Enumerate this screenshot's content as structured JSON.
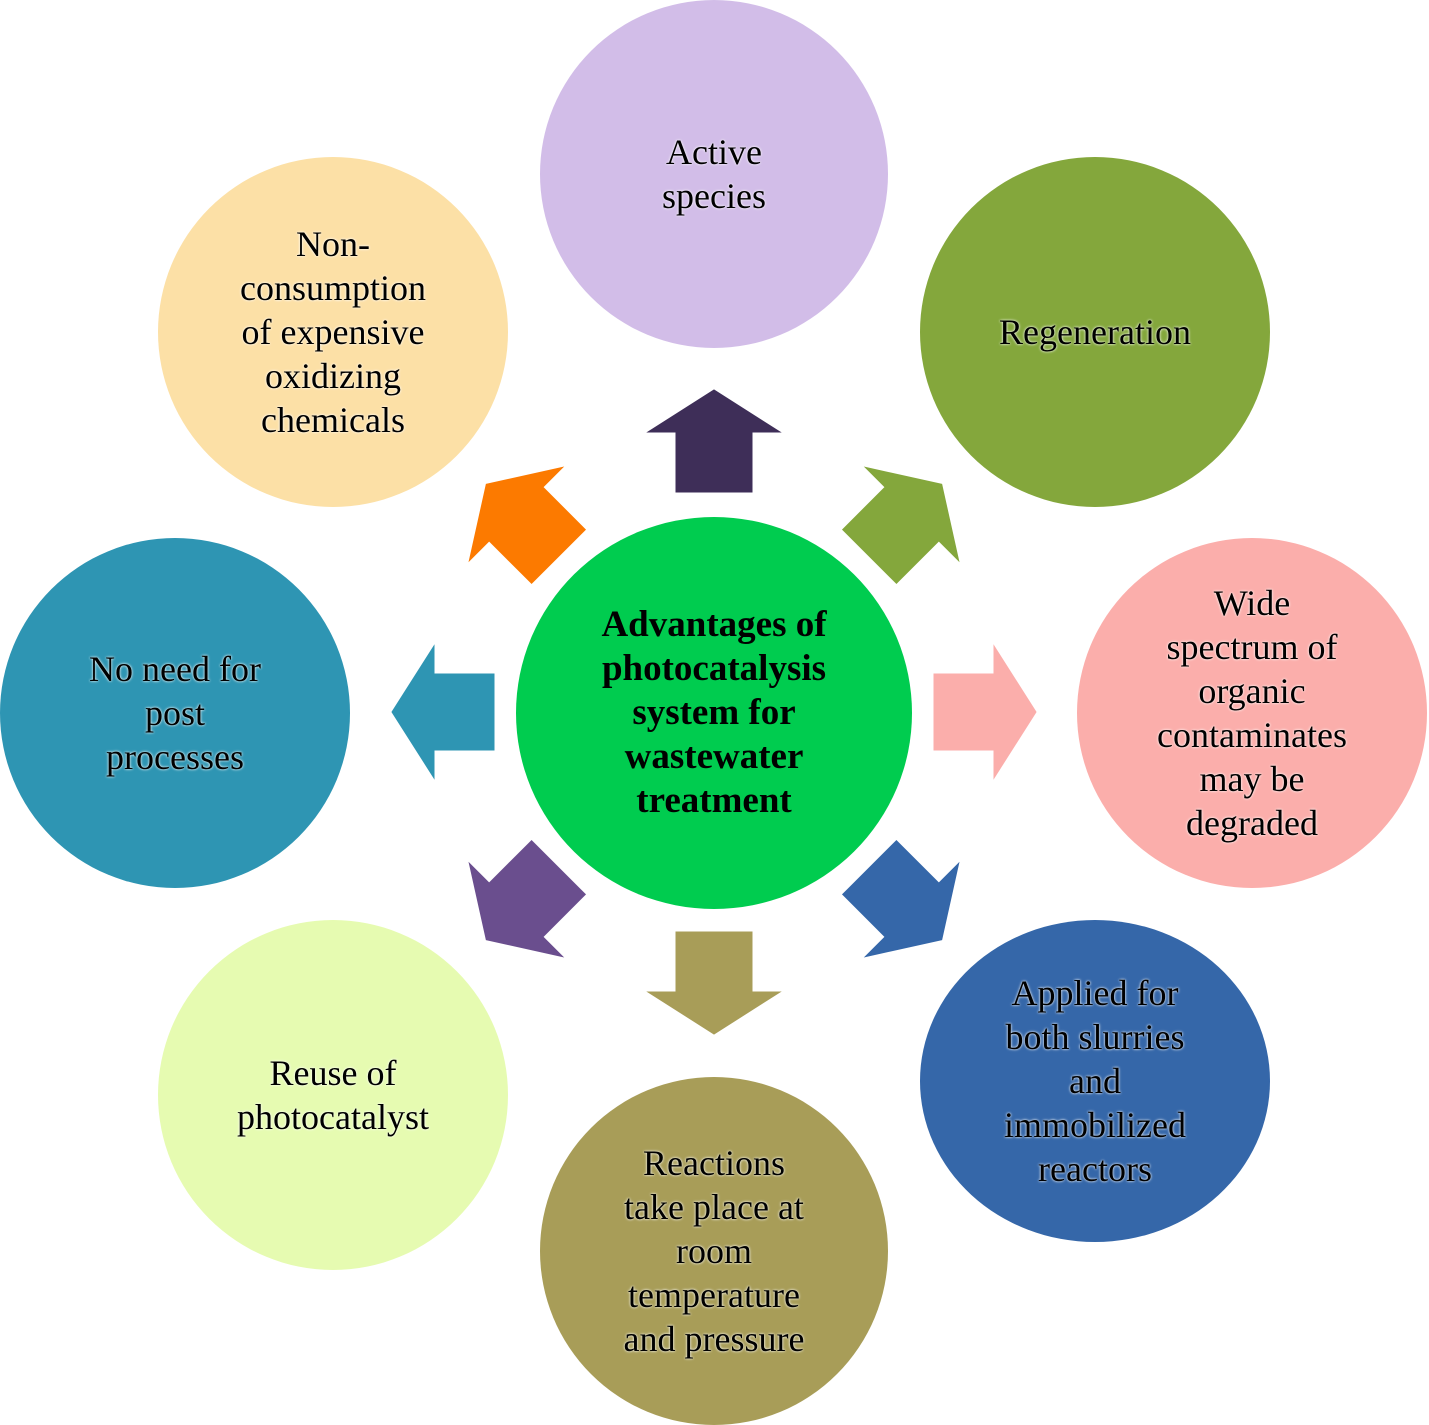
{
  "title": "Advantages of photocatalysis system for wastewater treatment",
  "center": {
    "label": "Advantages of\nphotocatalysis\nsystem for\nwastewater\ntreatment",
    "color": "#00cc4f"
  },
  "nodes": [
    {
      "id": "active-species",
      "label": "Active\nspecies",
      "color": "#d2bde8",
      "arrow_color": "#3e2e58",
      "direction": "up"
    },
    {
      "id": "regeneration",
      "label": "Regeneration",
      "color": "#84a73c",
      "arrow_color": "#84a73c",
      "direction": "up-right"
    },
    {
      "id": "wide-spectrum",
      "label": "Wide\nspectrum  of\norganic\ncontaminates\nmay be\ndegraded",
      "color": "#fbaeab",
      "arrow_color": "#fbaeab",
      "direction": "right"
    },
    {
      "id": "applied-slurries",
      "label": "Applied for\nboth slurries\nand\nimmobilized\nreactors",
      "color": "#3567a9",
      "arrow_color": "#3567a9",
      "direction": "down-right"
    },
    {
      "id": "room-temperature",
      "label": "Reactions\ntake place at\nroom\ntemperature\nand pressure",
      "color": "#a89d58",
      "arrow_color": "#a89d58",
      "direction": "down"
    },
    {
      "id": "reuse-photocatalyst",
      "label": "Reuse of\nphotocatalyst",
      "color": "#e6fbb1",
      "arrow_color": "#6a4e8e",
      "direction": "down-left"
    },
    {
      "id": "no-post-processes",
      "label": "No need for\npost\nprocesses",
      "color": "#2e95b3",
      "arrow_color": "#2e95b3",
      "direction": "left"
    },
    {
      "id": "non-consumption",
      "label": "Non-\nconsumption\nof expensive\noxidizing\nchemicals",
      "color": "#fce0a6",
      "arrow_color": "#fc7a00",
      "direction": "up-left"
    }
  ]
}
